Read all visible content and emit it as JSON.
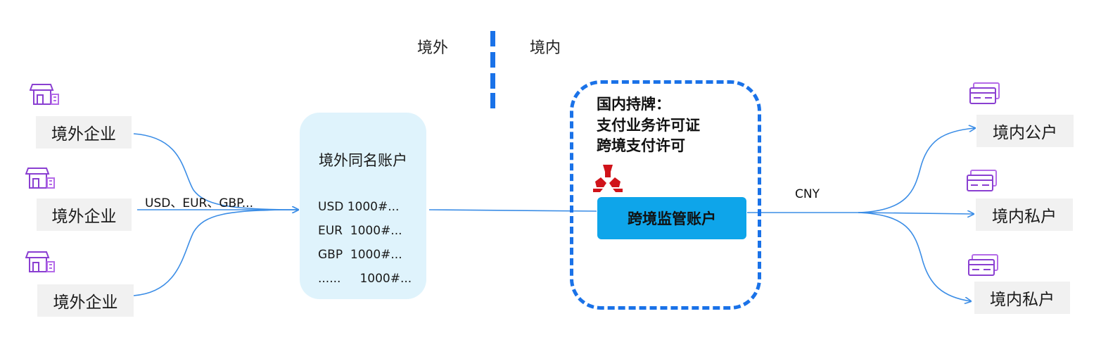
{
  "header": {
    "offshore_label": "境外",
    "onshore_label": "境内"
  },
  "offshore_companies": [
    {
      "label": "境外企业",
      "icon": "storefront-icon"
    },
    {
      "label": "境外企业",
      "icon": "storefront-icon"
    },
    {
      "label": "境外企业",
      "icon": "storefront-icon"
    }
  ],
  "incoming_flow_label": "USD、EUR、GBP...",
  "offshore_account": {
    "title": "境外同名账户",
    "rows": [
      "USD 1000#...",
      "EUR  1000#...",
      "GBP  1000#...",
      "......     1000#..."
    ]
  },
  "licensed_entity": {
    "lines": [
      "国内持牌：",
      "支付业务许可证",
      "跨境支付许可"
    ],
    "logo": "pboc-logo",
    "account_label": "跨境监管账户"
  },
  "outgoing_flow_label": "CNY",
  "domestic_accounts": [
    {
      "label": "境内公户",
      "icon": "bank-card-icon"
    },
    {
      "label": "境内私户",
      "icon": "bank-card-icon"
    },
    {
      "label": "境内私户",
      "icon": "bank-card-icon"
    }
  ],
  "colors": {
    "line": "#3b8de6",
    "divider": "#1a72e8",
    "account_fill": "#dff3fc",
    "supervision_fill": "#0ea5ea",
    "box_fill": "#f1f1f1",
    "icon": "#8a3fd1",
    "logo": "#d0131a"
  }
}
